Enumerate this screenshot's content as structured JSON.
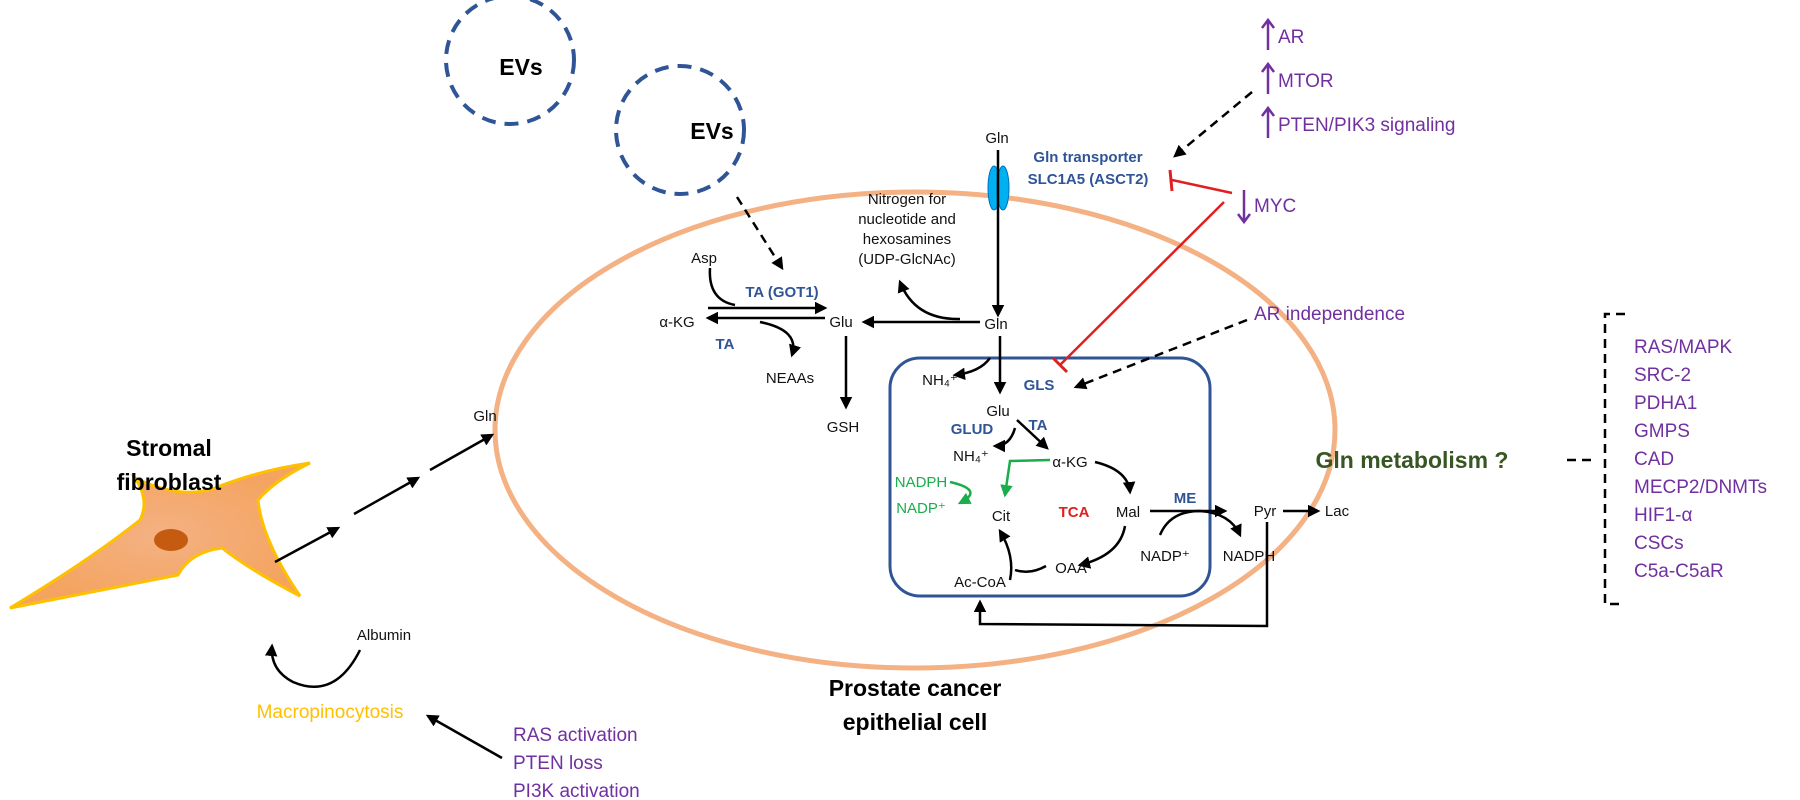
{
  "colors": {
    "enzyme": "#2f5597",
    "regulator": "#7030a0",
    "inhibition": "#e02020",
    "nadph": "#1aad4b",
    "macropinocytosis": "#ffc000",
    "tca": "#e02020",
    "gln_metabolism": "#375623",
    "cell_membrane": "#f4b183",
    "mitochondrion": "#2f5597"
  },
  "evs": [
    "EVs",
    "EVs"
  ],
  "regulators_top": [
    "AR",
    "MTOR",
    "PTEN/PIK3 signaling"
  ],
  "myc": "MYC",
  "ar_independence": "AR independence",
  "transporter": {
    "line1": "Gln transporter",
    "line2": "SLC1A5 (ASCT2)"
  },
  "nitrogen_note": [
    "Nitrogen for",
    "nucleotide and",
    "hexosamines",
    "(UDP-GlcNAc)"
  ],
  "metabolites": {
    "gln_top": "Gln",
    "gln_mid": "Gln",
    "asp": "Asp",
    "akg_left": "α-KG",
    "glu_left": "Glu",
    "neaas": "NEAAs",
    "gsh": "GSH",
    "nh4_gls": "NH₄⁺",
    "glu_mito": "Glu",
    "nh4_glud": "NH₄⁺",
    "akg_mito": "α-KG",
    "mal": "Mal",
    "pyr": "Pyr",
    "lac": "Lac",
    "cit": "Cit",
    "oaa": "OAA",
    "accoa": "Ac-CoA",
    "nadp_me": "NADP⁺",
    "nadph_me": "NADPH",
    "nadph_green": "NADPH",
    "nadp_green": "NADP⁺",
    "gln_stroma": "Gln",
    "albumin": "Albumin"
  },
  "enzymes": {
    "ta_got1": "TA (GOT1)",
    "ta_left": "TA",
    "gls": "GLS",
    "glud": "GLUD",
    "ta_mito": "TA",
    "me": "ME"
  },
  "tca": "TCA",
  "stromal": [
    "Stromal",
    "fibroblast"
  ],
  "macropinocytosis": "Macropinocytosis",
  "macro_regulators": [
    "RAS activation",
    "PTEN loss",
    "PI3K activation"
  ],
  "cell_label": [
    "Prostate cancer",
    "epithelial cell"
  ],
  "gln_metabolism": "Gln metabolism ?",
  "gln_factors": [
    "RAS/MAPK",
    "SRC-2",
    "PDHA1",
    "GMPS",
    "CAD",
    "MECP2/DNMTs",
    "HIF1-α",
    "CSCs",
    "C5a-C5aR"
  ]
}
